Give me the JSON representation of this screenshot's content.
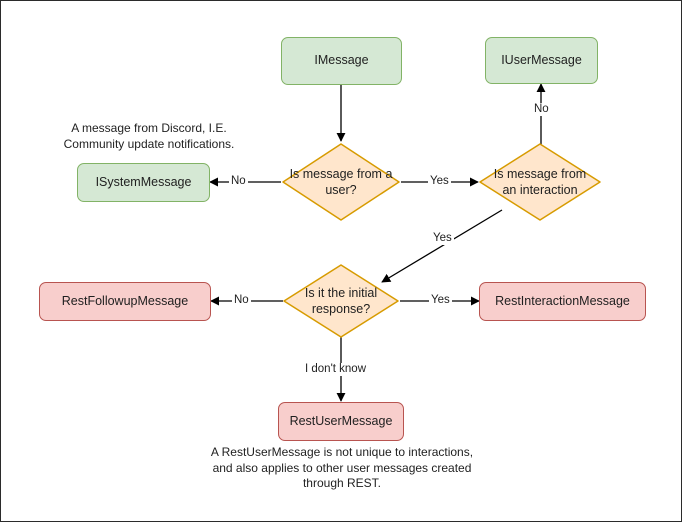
{
  "diagram": {
    "title": "Discord message type decision flowchart",
    "colors": {
      "green_fill": "#d5e8d4",
      "green_stroke": "#82b366",
      "orange_fill": "#ffe6cc",
      "orange_stroke": "#d79b00",
      "red_fill": "#f8cecc",
      "red_stroke": "#b85450",
      "edge_stroke": "#000000",
      "canvas_border": "#2b2b2b",
      "background": "#ffffff"
    },
    "nodes": {
      "imessage": "IMessage",
      "iusermessage": "IUserMessage",
      "isystemmessage": "ISystemMessage",
      "decision_user": "Is message from a user?",
      "decision_interaction": "Is message from an interaction",
      "decision_initial": "Is it the initial response?",
      "restfollowupmessage": "RestFollowupMessage",
      "restinteractionmessage": "RestInteractionMessage",
      "restusermessage": "RestUserMessage"
    },
    "edge_labels": {
      "user_no": "No",
      "user_yes": "Yes",
      "interaction_no": "No",
      "interaction_yes": "Yes",
      "initial_no": "No",
      "initial_yes": "Yes",
      "initial_unknown": "I don't know"
    },
    "notes": {
      "system_message": "A message from Discord, I.E.\nCommunity update notifications.",
      "rest_user_message": "A RestUserMessage is not unique to interactions,\nand also applies to other user messages created\nthrough REST."
    }
  }
}
